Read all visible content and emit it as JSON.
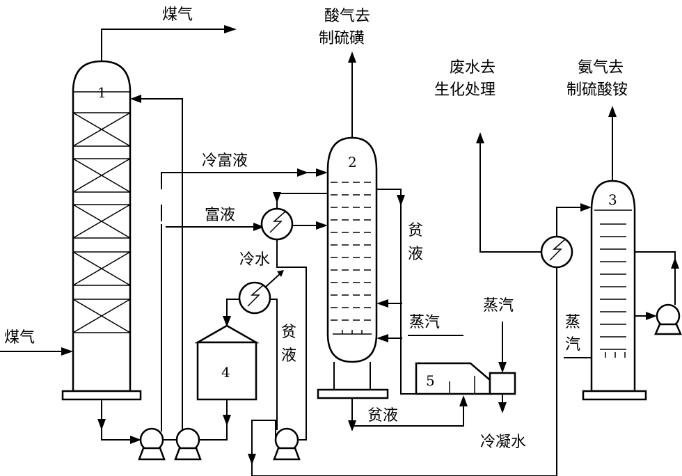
{
  "labels": {
    "coal_gas_out": "煤气",
    "coal_gas_in": "煤气",
    "acid_gas_1": "酸气去",
    "acid_gas_2": "制硫磺",
    "waste_water_1": "废水去",
    "waste_water_2": "生化处理",
    "ammonia_1": "氨气去",
    "ammonia_2": "制硫酸铵",
    "cold_rich": "冷富液",
    "rich": "富液",
    "cold_water": "冷水",
    "lean_1": "贫",
    "lean_2": "液",
    "lean_3": "贫",
    "lean_4": "液",
    "lean_bottom": "贫液",
    "steam_mid": "蒸汽",
    "steam_top": "蒸汽",
    "condensate": "冷凝水",
    "steam_right_1": "蒸",
    "steam_right_2": "汽"
  },
  "equipment": {
    "absorber": "1",
    "stripper": "2",
    "ammonia_still": "3",
    "tank": "4",
    "reboiler": "5"
  }
}
